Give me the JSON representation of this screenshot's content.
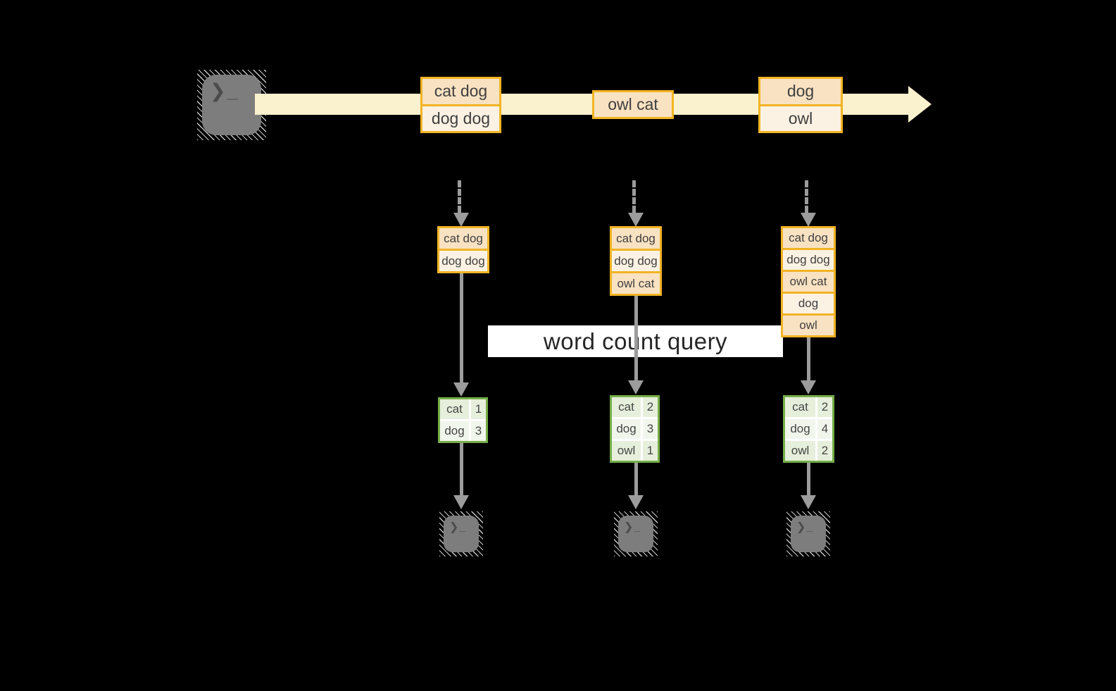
{
  "palette": {
    "background": "#000000",
    "stream_fill": "#FAF1CE",
    "event_border": "#F2B424",
    "event_fill_dark": "#F9E2C2",
    "event_fill_light": "#FCF2E3",
    "table_border": "#75AE49",
    "table_fill": "#E6EFDB",
    "table_fill_alt": "#F1F6EC",
    "connector_gray": "#9C9C9C",
    "terminal_gray": "#7D7D7D"
  },
  "source_terminal": {
    "glyph": "❯_"
  },
  "stream_events": [
    {
      "lines": [
        "cat dog",
        "dog dog"
      ]
    },
    {
      "lines": [
        "owl cat"
      ]
    },
    {
      "lines": [
        "dog",
        "owl"
      ]
    }
  ],
  "query_label": "word count query",
  "pipelines": [
    {
      "buffer": [
        "cat dog",
        "dog dog"
      ],
      "counts": [
        {
          "word": "cat",
          "value": "1"
        },
        {
          "word": "dog",
          "value": "3"
        }
      ]
    },
    {
      "buffer": [
        "cat dog",
        "dog dog",
        "owl cat"
      ],
      "counts": [
        {
          "word": "cat",
          "value": "2"
        },
        {
          "word": "dog",
          "value": "3"
        },
        {
          "word": "owl",
          "value": "1"
        }
      ]
    },
    {
      "buffer": [
        "cat dog",
        "dog dog",
        "owl cat",
        "dog",
        "owl"
      ],
      "counts": [
        {
          "word": "cat",
          "value": "2"
        },
        {
          "word": "dog",
          "value": "4"
        },
        {
          "word": "owl",
          "value": "2"
        }
      ]
    }
  ],
  "output_terminals": [
    {
      "glyph": "❯_"
    },
    {
      "glyph": "❯_"
    },
    {
      "glyph": "❯_"
    }
  ]
}
